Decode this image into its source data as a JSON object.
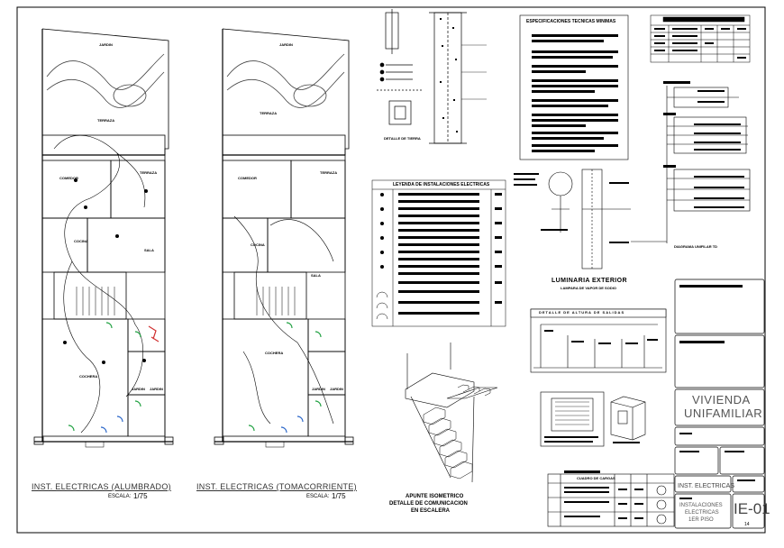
{
  "plans": [
    {
      "caption": "INST. ELECTRICAS (ALUMBRADO)",
      "scale_label": "ESCALA:",
      "scale_value": "1/75",
      "rooms": [
        "JARDIN",
        "TERRAZA",
        "COMEDOR",
        "TERRAZA",
        "COCINA",
        "SALA",
        "COCHERA",
        "JARDIN",
        "JARDIN"
      ]
    },
    {
      "caption": "INST. ELECTRICAS (TOMACORRIENTE)",
      "scale_label": "ESCALA:",
      "scale_value": "1/75",
      "rooms": [
        "JARDIN",
        "TERRAZA",
        "COMEDOR",
        "TERRAZA",
        "COCINA",
        "SALA",
        "COCHERA",
        "JARDIN",
        "JARDIN"
      ]
    }
  ],
  "details": {
    "tierra_caption": "DETALLE DE TIERRA",
    "especificaciones_title": "ESPECIFICACIONES TECNICAS MINIMAS",
    "leyenda_title": "LEYENDA DE INSTALACIONES ELECTRICAS",
    "luminaria_title": "LUMINARIA EXTERIOR",
    "luminaria_sub": "LAMPARA DE VAPOR DE SODIO",
    "diagrama_unifilar": "DIAGRAMA UNIFILAR TD",
    "altura_title": "DETALLE DE ALTURA DE SALIDAS",
    "escalera_caption_1": "APUNTE ISOMETRICO",
    "escalera_caption_2": "DETALLE DE COMUNICACION",
    "escalera_caption_3": "EN ESCALERA",
    "cuadro_title": "CUADRO DE CARGAS"
  },
  "title_block": {
    "project_line1": "VIVIENDA",
    "project_line2": "UNIFAMILIAR",
    "specialty": "INST. ELECTRICAS",
    "sheet_name_line1": "INSTALACIONES",
    "sheet_name_line2": "ELECTRICAS",
    "sheet_name_line3": "1ER PISO",
    "sheet_code": "IE-01",
    "sheet_number": "14"
  },
  "colors": {
    "line": "#000000",
    "accent_green": "#1fa040",
    "accent_blue": "#2a66c9",
    "accent_red": "#d03030",
    "title_gray": "#555555"
  }
}
